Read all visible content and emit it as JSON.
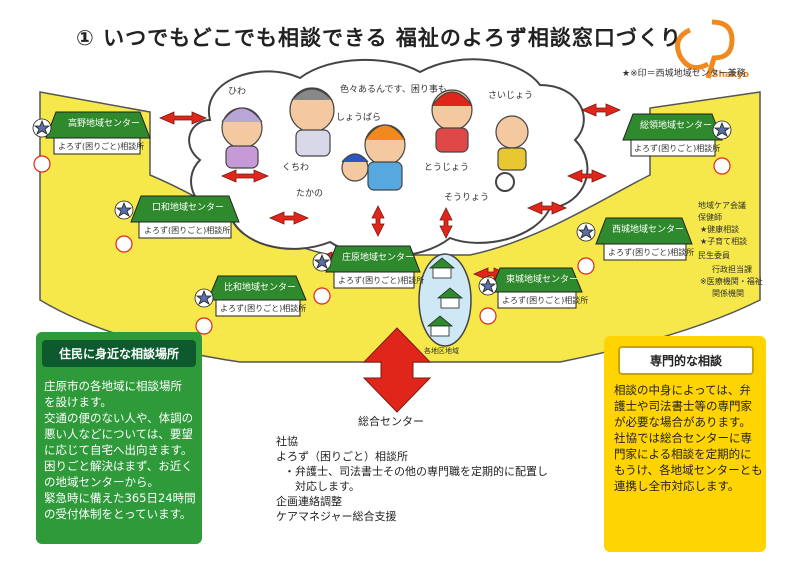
{
  "title": "① いつでもどこでも相談できる 福祉のよろず相談窓口づくり",
  "logo_text": "Shakyo",
  "legend_note": "★※印＝西城地域センター兼務",
  "colors": {
    "yellow": "#f6e84a",
    "green": "#2e9a3a",
    "dark_green": "#0c5a2d",
    "gold": "#ffd400",
    "red": "#e0261b",
    "roof": "#2f8a2d"
  },
  "cloud_words": [
    "ひわ",
    "色々あるんです、困り事も",
    "しょうばら",
    "さいじょう",
    "くちわ",
    "とうじょう",
    "たかの",
    "そうりょう"
  ],
  "centers": [
    {
      "name": "高野地域センター",
      "sub": "よろず(困りごと)相談所"
    },
    {
      "name": "口和地域センター",
      "sub": "よろず(困りごと)相談所"
    },
    {
      "name": "比和地域センター",
      "sub": "よろず(困りごと)相談所"
    },
    {
      "name": "庄原地域センター",
      "sub": "よろず(困りごと)相談所"
    },
    {
      "name": "東城地域センター",
      "sub": "よろず(困りごと)相談所"
    },
    {
      "name": "総領地域センター",
      "sub": "よろず(困りごと)相談所"
    },
    {
      "name": "西城地域センター",
      "sub": "よろず(困りごと)相談所"
    }
  ],
  "town_label": "各地区地域",
  "saijo_notes": [
    "地域ケア会議",
    "保健師",
    "★健康相談",
    "★子育て相談",
    "民生委員",
    "行政担当課",
    "※医療機関・福祉",
    "関係機関"
  ],
  "left_panel": {
    "header": "住民に身近な相談場所",
    "lines": [
      "庄原市の各地域に相談場所",
      "を設けます。",
      "交通の便のない人や、体調の",
      "悪い人などについては、要望",
      "に応じて自宅へ出向きます。",
      "困りごと解決はまず、お近く",
      "の地域センターから。",
      "緊急時に備えた365日24時間",
      "の受付体制をとっています。"
    ]
  },
  "right_panel": {
    "header": "専門的な相談",
    "lines": [
      "相談の中身によっては、弁",
      "護士や司法書士等の専門家",
      "が必要な場合があります。",
      "社協では総合センターに専",
      "門家による相談を定期的に",
      "もうけ、各地域センターとも",
      "連携し全市対応します。"
    ]
  },
  "center": {
    "title": "総合センター",
    "lines": [
      "社協",
      "よろず（困りごと）相談所",
      "・弁護士、司法書士その他の専門職を定期的に配置し",
      "　対応します。",
      "企画連絡調整",
      "ケアマネジャー総合支援"
    ]
  }
}
